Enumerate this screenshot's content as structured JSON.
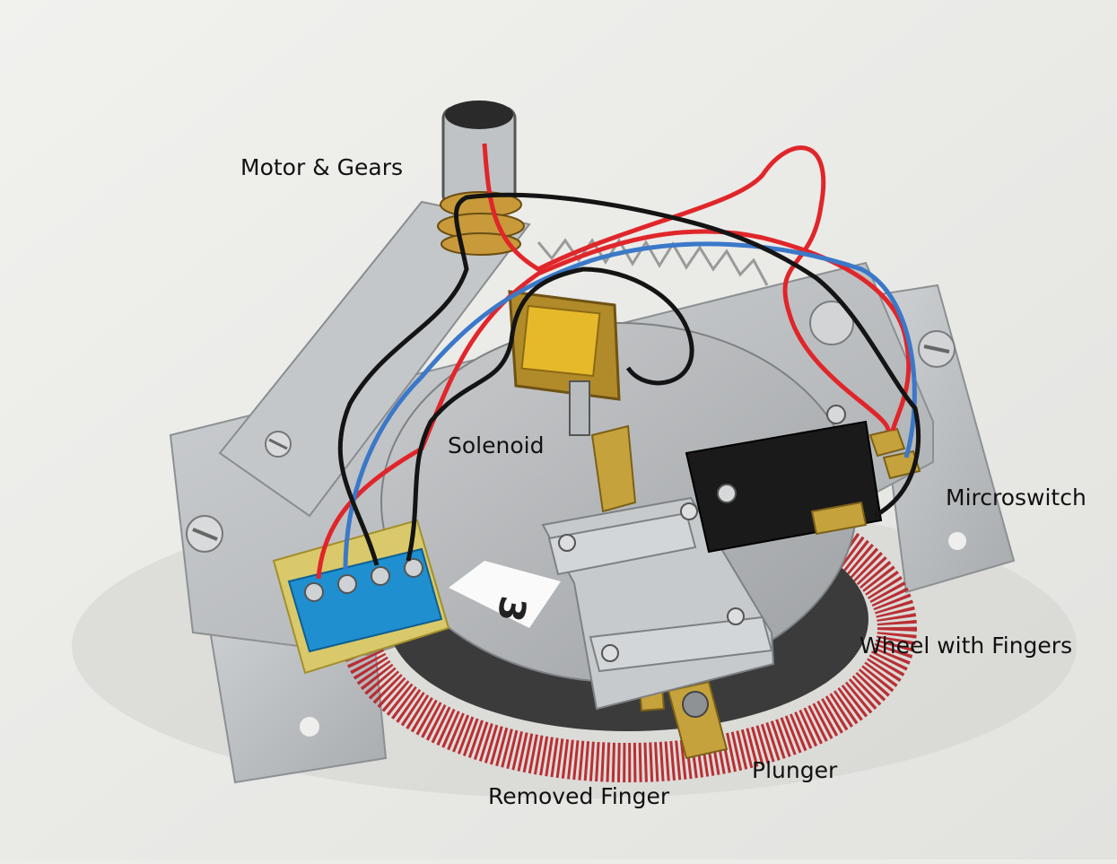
{
  "photo": {
    "background_color": "#ecece9",
    "plate_color": "#b9bcbf",
    "wheel_fingers_color": "#b8262b",
    "wire_red_color": "#e0262a",
    "wire_blue_color": "#3b78c8",
    "wire_black_color": "#141414",
    "terminal_block_color": "#1f8fd0",
    "pcb_color": "#d9c96a",
    "microswitch_color": "#1a1a1a",
    "brass_color": "#c6a23c",
    "solenoid_color": "#b18a2a",
    "sticker_text": "3"
  },
  "labels": {
    "motor": "Motor & Gears",
    "solenoid": "Solenoid",
    "microswitch": "Mircroswitch",
    "wheel": "Wheel with Fingers",
    "plunger": "Plunger",
    "removed_finger": "Removed Finger"
  }
}
